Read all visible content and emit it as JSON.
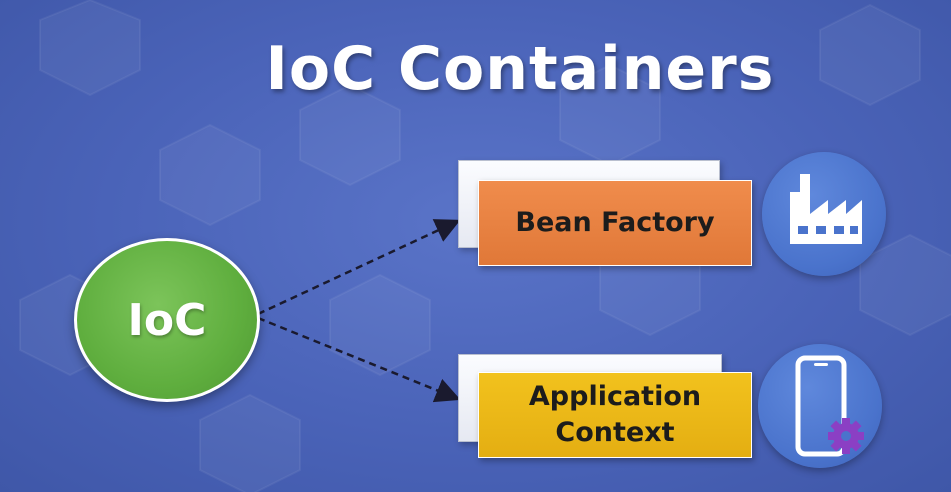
{
  "diagram": {
    "title": "IoC Containers",
    "root_node": "IoC",
    "containers": [
      {
        "label": "Bean Factory",
        "icon": "factory-icon",
        "color": "#e8844a"
      },
      {
        "label": "Application\nContext",
        "icon": "mobile-settings-icon",
        "color": "#eab818"
      }
    ]
  },
  "colors": {
    "background": "#4a63b8",
    "root_node": "#5fae3e",
    "icon_circle": "#4a73cc"
  }
}
